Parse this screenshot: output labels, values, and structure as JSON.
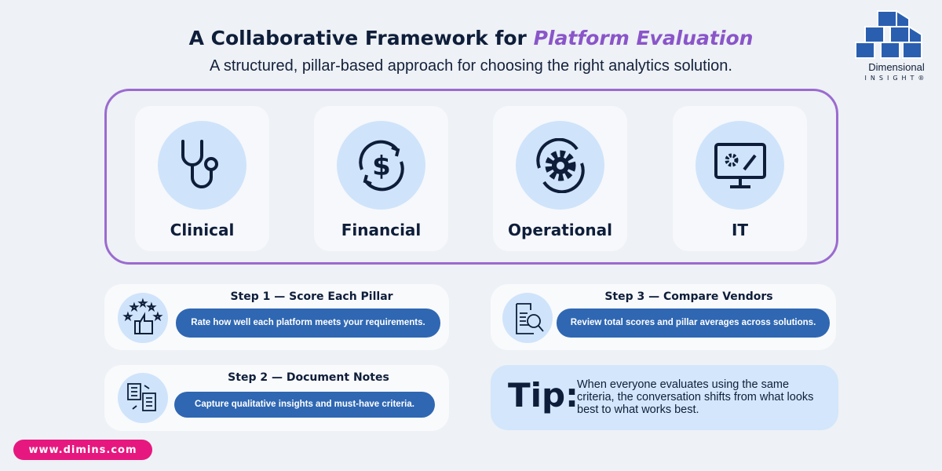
{
  "header": {
    "title_prefix": "A Collaborative Framework for ",
    "title_highlight": "Platform Evaluation",
    "subtitle": "A structured, pillar-based approach for choosing the right analytics solution."
  },
  "logo": {
    "name": "Dimensional",
    "tagline": "INSIGHT®"
  },
  "pillars": [
    {
      "label": "Clinical",
      "icon": "stethoscope-icon"
    },
    {
      "label": "Financial",
      "icon": "dollar-cycle-icon"
    },
    {
      "label": "Operational",
      "icon": "gear-cycle-icon"
    },
    {
      "label": "IT",
      "icon": "monitor-tools-icon"
    }
  ],
  "steps": [
    {
      "title": "Step 1 — Score Each Pillar",
      "text": "Rate how well each platform meets your requirements.",
      "icon": "thumbs-up-stars-icon"
    },
    {
      "title": "Step 2 — Document Notes",
      "text": "Capture qualitative insights and must-have criteria.",
      "icon": "documents-exchange-icon"
    },
    {
      "title": "Step 3 — Compare Vendors",
      "text": "Review total scores and pillar averages across solutions.",
      "icon": "document-search-icon"
    }
  ],
  "tip": {
    "label": "Tip:",
    "text": "When everyone evaluates using the same criteria, the conversation shifts from what looks best to what works best."
  },
  "footer": {
    "website": "www.dimins.com"
  },
  "colors": {
    "navy": "#0e1e3a",
    "purple": "#8a55c9",
    "blue": "#2f67b2",
    "light_blue": "#cfe4fb",
    "pink": "#e6187f"
  }
}
